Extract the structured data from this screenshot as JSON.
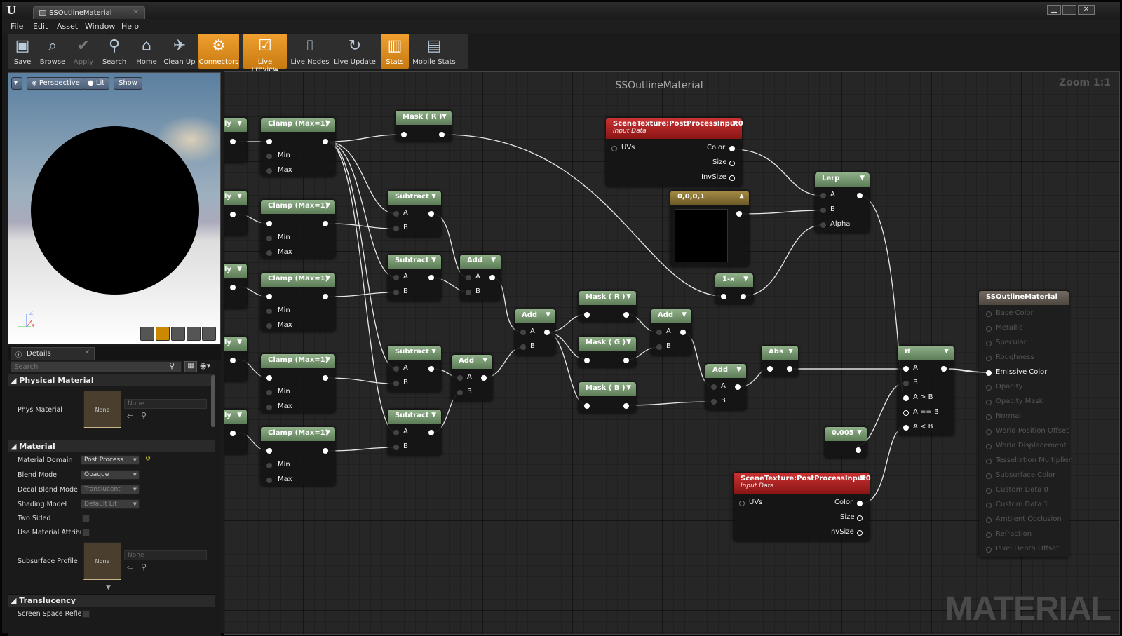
{
  "app": {
    "title": "SSOutlineMaterial",
    "window_buttons": [
      "▁",
      "❐",
      "✕"
    ]
  },
  "menu": [
    "File",
    "Edit",
    "Asset",
    "Window",
    "Help"
  ],
  "toolbar": [
    {
      "label": "Save",
      "icon": "save-icon",
      "active": false,
      "disabled": false
    },
    {
      "label": "Browse",
      "icon": "browse-icon",
      "active": false,
      "disabled": false
    },
    {
      "label": "Apply",
      "icon": "apply-icon",
      "active": false,
      "disabled": true
    },
    {
      "label": "Search",
      "icon": "search-icon",
      "active": false,
      "disabled": false
    },
    {
      "label": "Home",
      "icon": "home-icon",
      "active": false,
      "disabled": false
    },
    {
      "label": "Clean Up",
      "icon": "cleanup-icon",
      "active": false,
      "disabled": false
    },
    {
      "label": "Connectors",
      "icon": "connectors-icon",
      "active": true,
      "disabled": false
    },
    {
      "label": "Live Preview",
      "icon": "live-preview-icon",
      "active": true,
      "disabled": false
    },
    {
      "label": "Live Nodes",
      "icon": "live-nodes-icon",
      "active": false,
      "disabled": false
    },
    {
      "label": "Live Update",
      "icon": "live-update-icon",
      "active": false,
      "disabled": false
    },
    {
      "label": "Stats",
      "icon": "stats-icon",
      "active": true,
      "disabled": false
    },
    {
      "label": "Mobile Stats",
      "icon": "mobile-stats-icon",
      "active": false,
      "disabled": false
    }
  ],
  "viewport": {
    "buttons": {
      "perspective": "Perspective",
      "lit": "Lit",
      "show": "Show"
    },
    "axis": {
      "z": "Z",
      "x": "X"
    }
  },
  "details": {
    "tab": "Details",
    "search_placeholder": "Search",
    "sections": {
      "physical_material": "Physical Material",
      "material": "Material",
      "translucency": "Translucency"
    },
    "phys_material": {
      "label": "Phys Material",
      "thumb": "None",
      "value": "None"
    },
    "props": {
      "material_domain": {
        "label": "Material Domain",
        "value": "Post Process"
      },
      "blend_mode": {
        "label": "Blend Mode",
        "value": "Opaque"
      },
      "decal_blend_mode": {
        "label": "Decal Blend Mode",
        "value": "Translucent"
      },
      "shading_model": {
        "label": "Shading Model",
        "value": "Default Lit"
      },
      "two_sided": {
        "label": "Two Sided"
      },
      "use_material_attributes": {
        "label": "Use Material Attribute"
      },
      "subsurface_profile": {
        "label": "Subsurface Profile",
        "thumb": "None",
        "value": "None"
      },
      "screen_space_reflect": {
        "label": "Screen Space Reflect"
      }
    }
  },
  "graph": {
    "title": "SSOutlineMaterial",
    "zoom": "Zoom 1:1",
    "watermark": "MATERIAL"
  },
  "nodes": {
    "clamp_title": "Clamp (Max=1)",
    "min": "Min",
    "max": "Max",
    "subtract": "Subtract",
    "add": "Add",
    "mask_r": "Mask ( R )",
    "mask_g": "Mask ( G )",
    "mask_b": "Mask ( B )",
    "pin_a": "A",
    "pin_b": "B",
    "alpha": "Alpha",
    "scene_texture": "SceneTexture:PostProcessInput0",
    "input_data": "Input Data",
    "uvs": "UVs",
    "color": "Color",
    "size": "Size",
    "invsize": "InvSize",
    "const_vec": "0,0,0,1",
    "lerp": "Lerp",
    "one_minus_x": "1-x",
    "abs": "Abs",
    "if": "If",
    "if_pins": [
      "A",
      "B",
      "A > B",
      "A == B",
      "A < B"
    ],
    "const_005": "0.005",
    "partial_ply": "ly"
  },
  "result": {
    "title": "SSOutlineMaterial",
    "pins": [
      "Base Color",
      "Metallic",
      "Specular",
      "Roughness",
      "Emissive Color",
      "Opacity",
      "Opacity Mask",
      "Normal",
      "World Position Offset",
      "World Displacement",
      "Tessellation Multiplier",
      "Subsurface Color",
      "Custom Data 0",
      "Custom Data 1",
      "Ambient Occlusion",
      "Refraction",
      "Pixel Depth Offset"
    ],
    "active_pin": "Emissive Color"
  }
}
